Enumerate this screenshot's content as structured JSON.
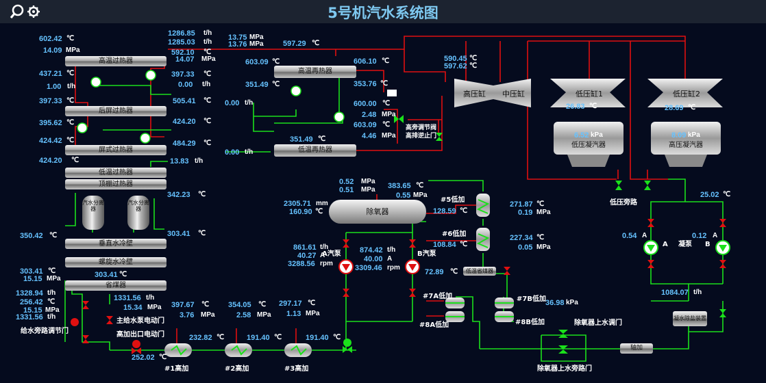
{
  "title": "5号机汽水系统图",
  "toolbar": {
    "search_icon": "search-icon",
    "settings_icon": "gear-icon"
  },
  "colors": {
    "steam": "#e01010",
    "water": "#1be01b",
    "value": "#66c2ff",
    "header": "#1c2330",
    "bg": "#050b1e"
  },
  "equip": {
    "gwgrq": "高温过热器",
    "hpgrq": "后屏过热器",
    "pszgrq": "屏式过热器",
    "dwgrq": "低温过热器",
    "dpgrq": "顶棚过热器",
    "fl1": "汽水分离器",
    "fl2": "汽水分离器",
    "czlb": "垂直水冷壁",
    "lxlb": "螺旋水冷壁",
    "smq": "省煤器",
    "gwzr": "高温再热器",
    "dwzr": "低温再热器",
    "cyq": "除氧器",
    "gyg": "高压缸",
    "zyg": "中压缸",
    "dyg1": "低压缸1",
    "dyg2": "低压缸2",
    "dyn": "低压凝汽器",
    "gyn": "高压凝汽器",
    "dzs": "低温省煤器",
    "jsdev": "凝水除盐装置",
    "zj": "轴加"
  },
  "labels": {
    "gspl": "给水旁路调节门",
    "zgsb": "主给水泵电动门",
    "gjck": "高加出口电动门",
    "h1": "#1高加",
    "h2": "#2高加",
    "h3": "#3高加",
    "h5": "#5低加",
    "h6": "#6低加",
    "h7a": "#7A低加",
    "h7b": "#7B低加",
    "h8a": "#8A低加",
    "h8b": "#8B低加",
    "pA": "A汽泵",
    "pB": "B汽泵",
    "gpt": "高旁调节阀",
    "gpn": "高排逆止门",
    "dpl": "低压旁路",
    "nb": "凝泵",
    "na": "A",
    "nbb": "B",
    "cys": "除氧器上水调门",
    "cysp": "除氧器上水旁路门"
  },
  "values": {
    "a1": "602.42",
    "a2": "14.09",
    "a3": "437.21",
    "a4": "1.00",
    "a5": "397.33",
    "a6": "395.62",
    "a7": "424.42",
    "a8": "424.20",
    "b1": "1286.85",
    "b2": "1285.03",
    "b3": "592.10",
    "b4": "14.07",
    "b5": "397.33",
    "b6": "0.00",
    "b7": "505.41",
    "b8": "424.20",
    "b9": "484.29",
    "b10": "13.83",
    "c1": "342.23",
    "c2": "303.41",
    "c3": "350.42",
    "c4": "303.41",
    "c5": "15.15",
    "c6": "303.41",
    "d1": "1328.94",
    "d2": "256.42",
    "d3": "15.15",
    "d4": "1331.56",
    "d5": "1331.56",
    "d6": "15.34",
    "e1": "397.67",
    "e2": "3.76",
    "e3": "354.05",
    "e4": "2.58",
    "e5": "297.17",
    "e6": "1.13",
    "e7": "232.82",
    "e8": "191.40",
    "e9": "191.40",
    "e10": "252.02",
    "f1": "13.75",
    "f2": "13.76",
    "f3": "597.29",
    "f4": "603.09",
    "f5": "606.10",
    "f6": "351.49",
    "f7": "353.76",
    "f8": "0.00",
    "f9": "0.00",
    "f10": "351.49",
    "g1": "600.00",
    "g2": "2.48",
    "g3": "603.09",
    "g4": "4.46",
    "h1": "590.45",
    "h2": "597.62",
    "h3": "26.83",
    "h4": "28.69",
    "h5": "6.52",
    "h6": "8.09",
    "i1": "0.52",
    "i2": "0.51",
    "i3": "2305.71",
    "i4": "160.90",
    "i5": "383.65",
    "i6": "0.55",
    "j1": "861.61",
    "j2": "40.27",
    "j3": "3288.56",
    "j4": "874.42",
    "j5": "40.00",
    "j6": "3309.46",
    "k1": "128.59",
    "k2": "271.87",
    "k3": "0.19",
    "k4": "108.84",
    "k5": "227.34",
    "k6": "0.05",
    "k7": "72.89",
    "k8": "36.98",
    "l1": "25.02",
    "l2": "0.54",
    "l3": "0.12",
    "l4": "1084.07"
  },
  "units": {
    "c": "℃",
    "mpa": "MPa",
    "th": "t/h",
    "a": "A",
    "rpm": "rpm",
    "mm": "mm",
    "kpa": "kPa"
  }
}
